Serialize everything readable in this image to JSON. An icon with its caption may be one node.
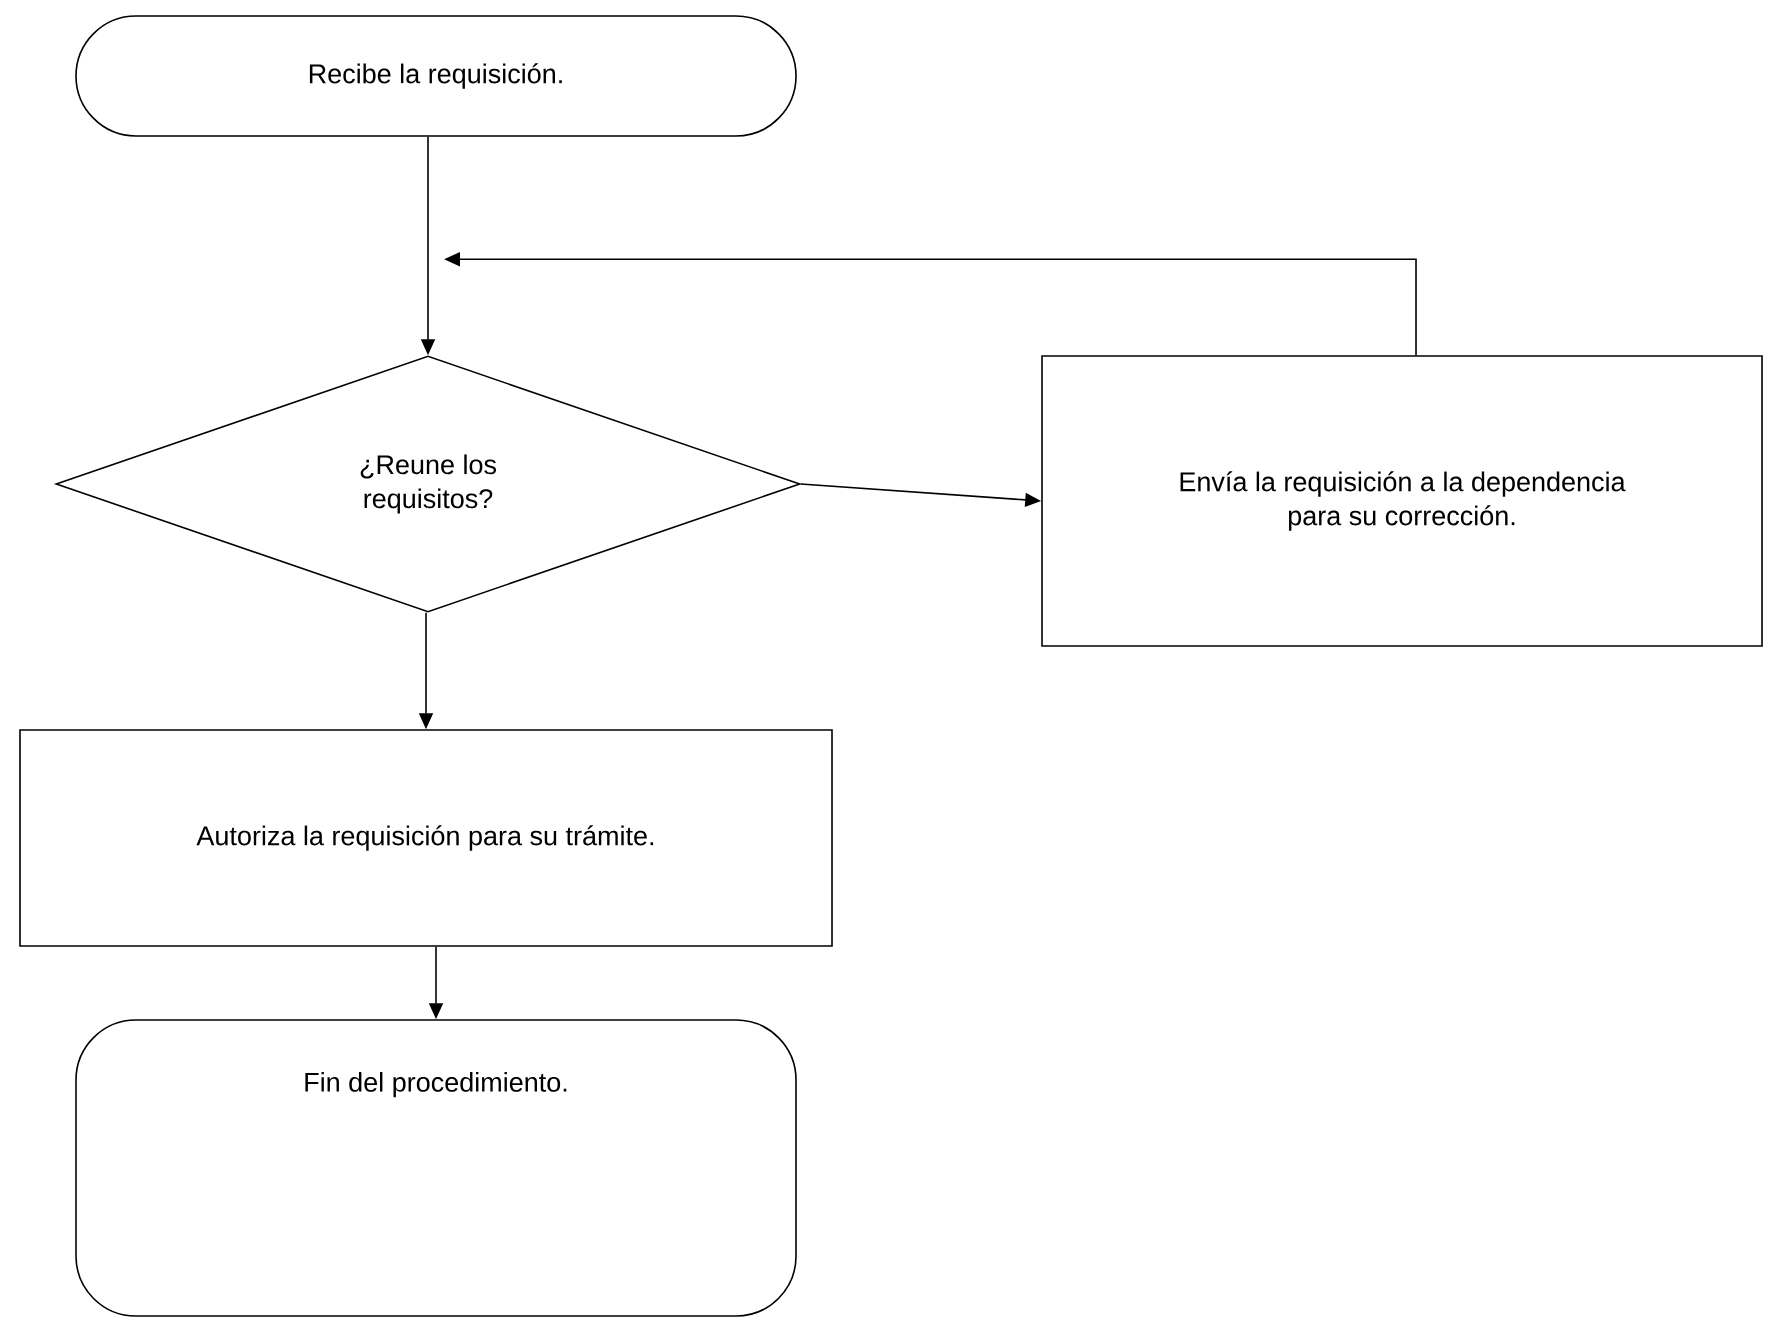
{
  "diagram": {
    "nodes": [
      {
        "text": [
          "Recibe la requisición."
        ]
      },
      {
        "text": [
          "¿Reune los requisitos?"
        ]
      },
      {
        "text": [
          "Envía la requisición a la dependencia para su corrección."
        ]
      },
      {
        "text": [
          "Autoriza la requisición para su trámite."
        ]
      },
      {
        "text": [
          "Fin del procedimiento."
        ]
      }
    ],
    "edges": [
      {
        "from": 0,
        "to": 1,
        "arrow": "to"
      },
      {
        "from": 1,
        "to": 2,
        "arrow": "to"
      },
      {
        "from": 2,
        "to": 1,
        "arrow": "to"
      },
      {
        "from": 1,
        "to": 3,
        "arrow": "to"
      },
      {
        "from": 3,
        "to": 4,
        "arrow": "to"
      }
    ]
  }
}
